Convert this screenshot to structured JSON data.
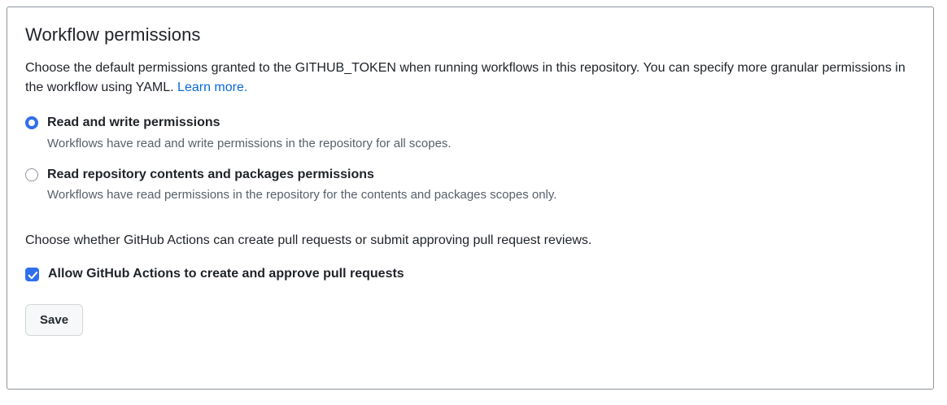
{
  "card": {
    "title": "Workflow permissions",
    "description_part1": "Choose the default permissions granted to the GITHUB_TOKEN when running workflows in this repository. You can specify more granular permissions in the workflow using YAML. ",
    "learn_more_label": "Learn more.",
    "options": [
      {
        "label": "Read and write permissions",
        "sublabel": "Workflows have read and write permissions in the repository for all scopes.",
        "selected": true
      },
      {
        "label": "Read repository contents and packages permissions",
        "sublabel": "Workflows have read permissions in the repository for the contents and packages scopes only.",
        "selected": false
      }
    ],
    "pr_description": "Choose whether GitHub Actions can create pull requests or submit approving pull request reviews.",
    "checkbox": {
      "label": "Allow GitHub Actions to create and approve pull requests",
      "checked": true,
      "icon": "check-icon"
    },
    "save_label": "Save"
  },
  "colors": {
    "accent": "#2f6feb",
    "link": "#0969da",
    "text": "#1f2328",
    "muted": "#57606a",
    "border": "#8c959f",
    "button_bg": "#f6f8fa"
  }
}
